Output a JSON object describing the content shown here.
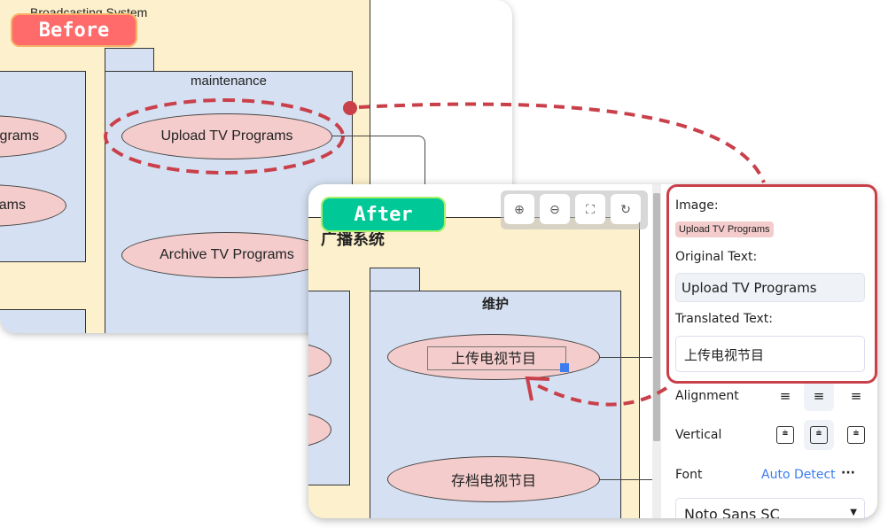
{
  "before": {
    "badge": "Before",
    "system_title": "Broadcasting System",
    "package": "maintenance",
    "use_cases": [
      "Upload TV Programs",
      "Archive TV Programs"
    ],
    "partial_left": [
      "grams",
      "ams"
    ]
  },
  "after": {
    "badge": "After",
    "system_title": "广播系统",
    "package": "维护",
    "use_cases": [
      "上传电视节目",
      "存档电视节目"
    ],
    "toolbar": [
      "zoom-in",
      "zoom-out",
      "fit",
      "reset"
    ]
  },
  "panel": {
    "image_label": "Image:",
    "image_chip": "Upload TV Programs",
    "original_label": "Original Text:",
    "original_value": "Upload TV Programs",
    "translated_label": "Translated Text:",
    "translated_value": "上传电视节目",
    "alignment_label": "Alignment",
    "vertical_label": "Vertical",
    "font_label": "Font",
    "auto_detect": "Auto Detect",
    "more": "···",
    "font_value": "Noto Sans SC"
  },
  "colors": {
    "accent": "#c9404a",
    "before_badge": "#ff6b6b",
    "after_badge": "#00c896",
    "link": "#3b7cf0"
  }
}
